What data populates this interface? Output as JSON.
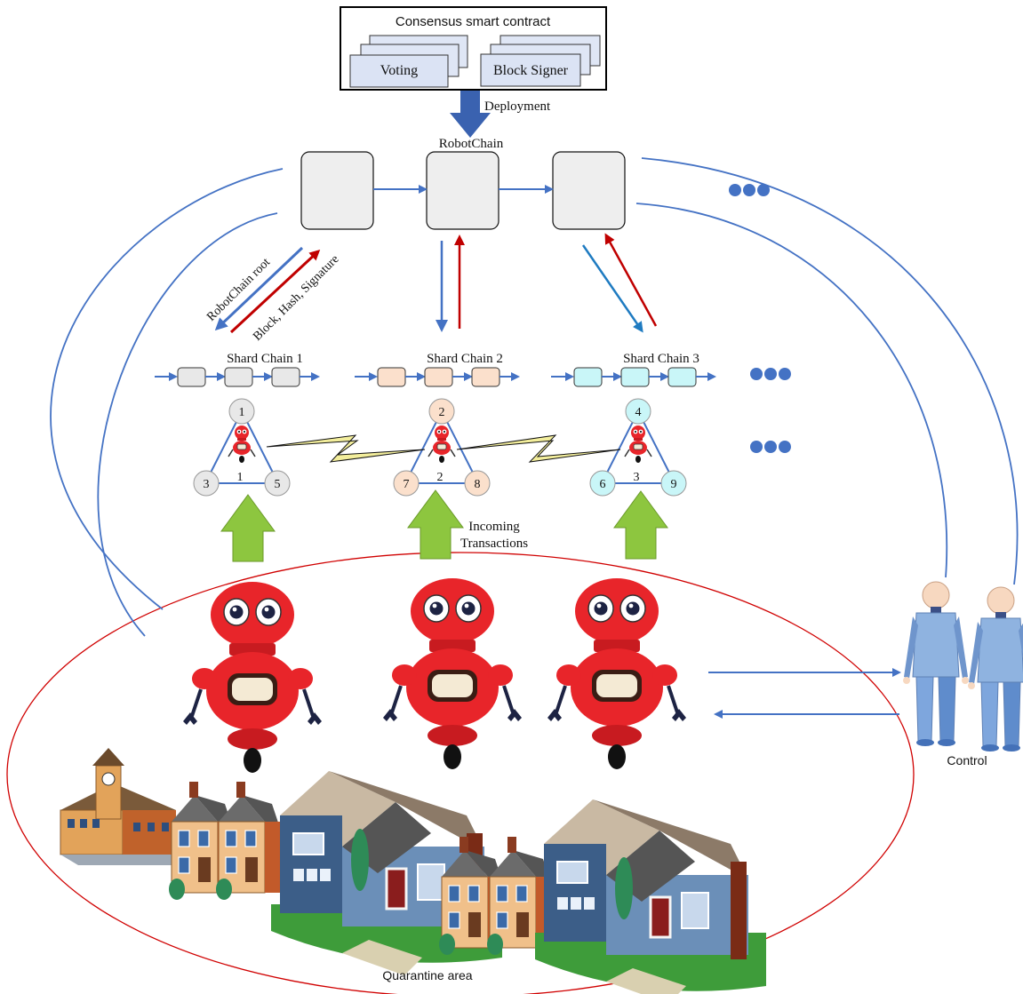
{
  "contract": {
    "title": "Consensus smart contract",
    "voting": "Voting",
    "signer": "Block Signer"
  },
  "deployment": "Deployment",
  "robotchain": "RobotChain",
  "arrows": {
    "root": "RobotChain root",
    "block": "Block, Hash, Signature"
  },
  "shards": [
    {
      "label": "Shard Chain 1",
      "top": "1",
      "left": "3",
      "right": "5",
      "robot": "1",
      "color": "#e8e8e8"
    },
    {
      "label": "Shard Chain 2",
      "top": "2",
      "left": "7",
      "right": "8",
      "robot": "2",
      "color": "#fbe0cc"
    },
    {
      "label": "Shard Chain 3",
      "top": "4",
      "left": "6",
      "right": "9",
      "robot": "3",
      "color": "#c9f6f8"
    }
  ],
  "incoming": {
    "line1": "Incoming",
    "line2": "Transactions"
  },
  "control": "Control",
  "quarantine": "Quarantine area",
  "colors": {
    "blue_arrow": "#4472c4",
    "red_arrow": "#c00000",
    "green_arrow": "#8dc63f",
    "robot": "#e8252a",
    "ellipse": "#d00000"
  }
}
